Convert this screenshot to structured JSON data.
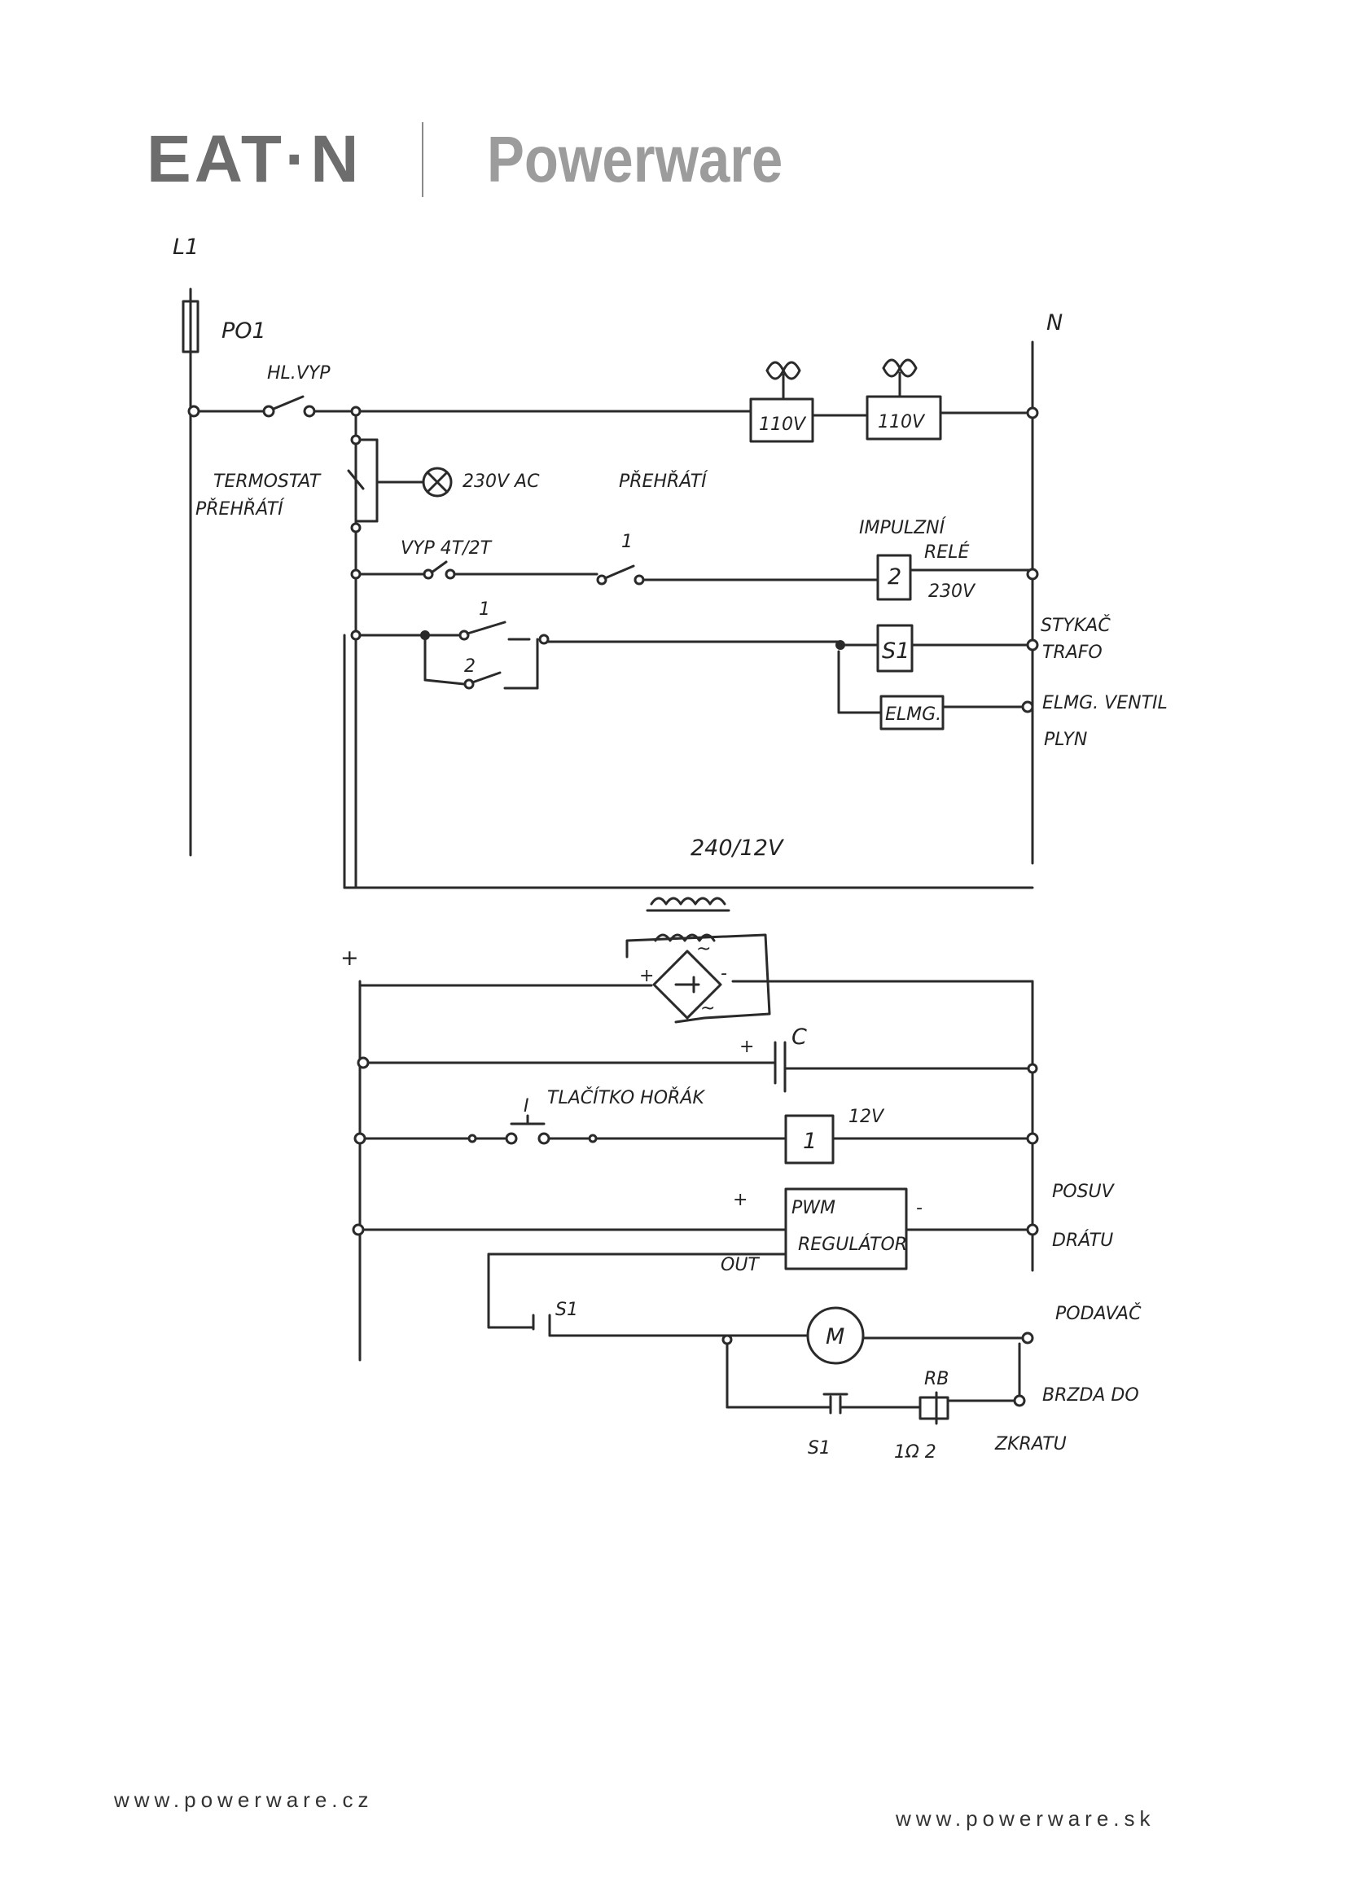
{
  "header": {
    "brand": "EAT·N",
    "product": "Powerware"
  },
  "footer": {
    "left_url": "www.powerware.cz",
    "right_url": "www.powerware.sk"
  },
  "labels": {
    "l1": "L1",
    "n": "N",
    "fuse": "PO1",
    "main_switch": "HL.VYP",
    "fan1": "110V",
    "fan2": "110V",
    "thermostat": "TERMOSTAT",
    "thermostat2": "PŘEHŘÁTÍ",
    "lamp": "230V AC",
    "overheat": "PŘEHŘÁTÍ",
    "impulse_relay": "IMPULZNÍ",
    "impulse_relay2": "RELÉ",
    "relay_num": "2",
    "relay_volt": "230V",
    "vyp_switch": "VYP 4T/2T",
    "contact_1a": "1",
    "contact_1b": "1",
    "contact_2": "2",
    "s1_coil": "S1",
    "contactor": "STYKAČ",
    "contactor2": "TRAFO",
    "valve_box": "ELMG.",
    "valve": "ELMG. VENTIL",
    "valve2": "PLYN",
    "transformer": "240/12V",
    "plus_rail": "+",
    "bridge_plus": "+",
    "bridge_minus": "-",
    "ac1": "~",
    "ac2": "~",
    "cap_plus": "+",
    "cap": "C",
    "button": "TLAČÍTKO HOŘÁK",
    "button_id": "I",
    "relay1": "1",
    "relay1_volt": "12V",
    "pwm_plus": "+",
    "pwm_minus": "-",
    "pwm1": "PWM",
    "pwm2": "REGULÁTOR",
    "out": "OUT",
    "feed": "POSUV",
    "feed2": "DRÁTU",
    "s1_contact": "S1",
    "motor": "M",
    "feeder": "PODAVAČ",
    "rb": "RB",
    "brake": "BRZDA DO",
    "brake2": "ZKRATU",
    "s1_nc": "S1",
    "ohm": "1Ω 2"
  }
}
